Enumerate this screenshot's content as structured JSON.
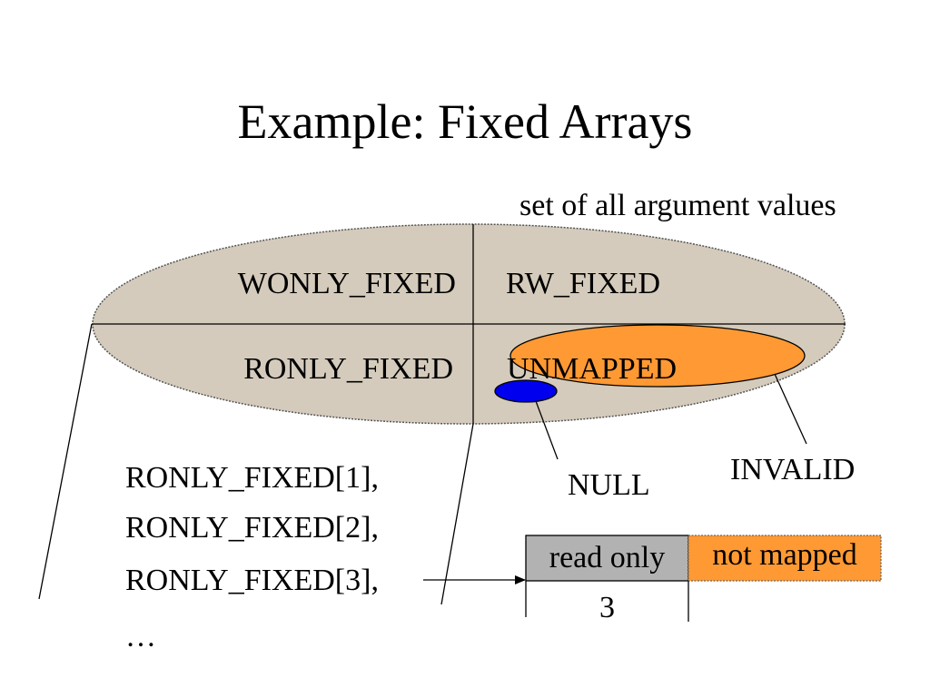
{
  "slide": {
    "title": "Example: Fixed Arrays"
  },
  "diagram": {
    "set_label": "set of all argument values",
    "quadrants": {
      "top_left": "WONLY_FIXED",
      "top_right": "RW_FIXED",
      "bottom_left": "RONLY_FIXED",
      "bottom_right": "UNMAPPED"
    },
    "callouts": {
      "null": "NULL",
      "invalid": "INVALID"
    },
    "array_list": [
      "RONLY_FIXED[1],",
      "RONLY_FIXED[2],",
      "RONLY_FIXED[3],",
      "…"
    ],
    "memory": {
      "read_only": "read only",
      "not_mapped": "not mapped",
      "index": "3"
    },
    "colors": {
      "set_fill": "#d4cbbc",
      "invalid_fill": "#ff9933",
      "null_fill": "#0000ee",
      "read_only_fill": "#b2b2b2",
      "not_mapped_fill": "#ff9933"
    }
  }
}
